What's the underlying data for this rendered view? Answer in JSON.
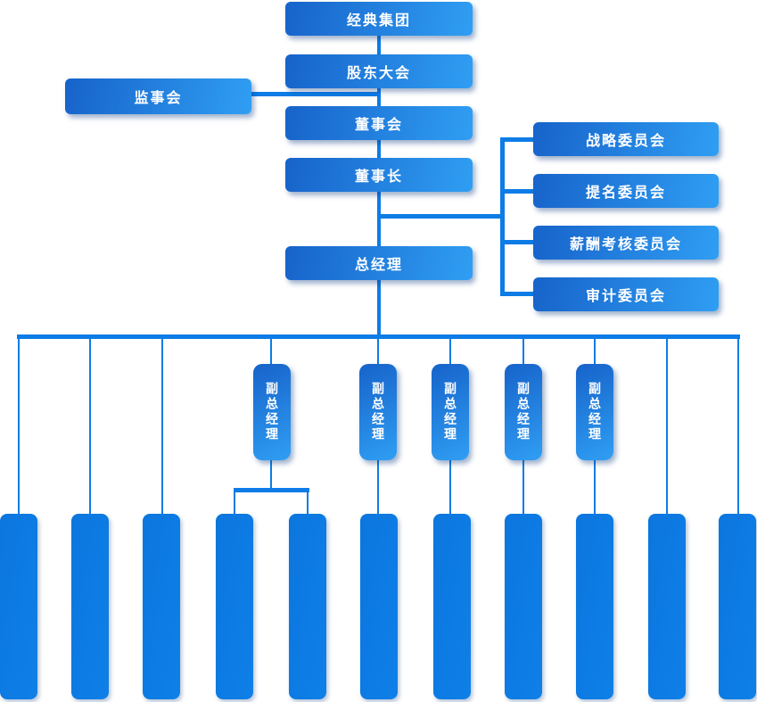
{
  "diagram": {
    "type": "org-chart",
    "colors": {
      "box_gradient_start": "#1763ca",
      "box_gradient_end": "#2f9ef3",
      "bottom_box": "#0b7ae2",
      "connector_line": "#0d7ce6",
      "text": "#ffffff",
      "background": "#ffffff"
    },
    "nodes": {
      "group": "经典集团",
      "shareholders_meeting": "股东大会",
      "supervisory_board": "监事会",
      "board_of_directors": "董事会",
      "chairman": "董事长",
      "general_manager": "总经理",
      "committees": [
        "战略委员会",
        "提名委员会",
        "薪酬考核委员会",
        "审计委员会"
      ],
      "deputy_general_managers": [
        "副总经理",
        "副总经理",
        "副总经理",
        "副总经理",
        "副总经理"
      ],
      "departments": [
        "",
        "",
        "",
        "",
        "",
        "",
        "",
        "",
        "",
        "",
        ""
      ]
    },
    "hierarchy_note": "经典集团 > 股东大会 (监事会侧挂) > 董事会 (四个委员会侧挂于董事长线) > 董事长 > 总经理 > 5个副总经理 与 11个底层部门"
  }
}
